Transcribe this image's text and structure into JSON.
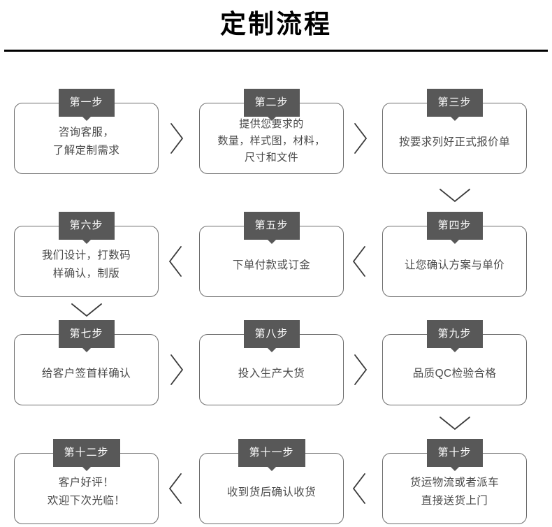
{
  "header": {
    "title": "定制流程"
  },
  "flow": {
    "steps": [
      {
        "id": "step-1",
        "badge": "第一步",
        "lines": [
          "咨询客服，",
          "了解定制需求"
        ]
      },
      {
        "id": "step-2",
        "badge": "第二步",
        "lines": [
          "提供您要求的",
          "数量，样式图，材料，",
          "尺寸和文件"
        ]
      },
      {
        "id": "step-3",
        "badge": "第三步",
        "lines": [
          "按要求列好正式报价单"
        ]
      },
      {
        "id": "step-4",
        "badge": "第四步",
        "lines": [
          "让您确认方案与单价"
        ]
      },
      {
        "id": "step-5",
        "badge": "第五步",
        "lines": [
          "下单付款或订金"
        ]
      },
      {
        "id": "step-6",
        "badge": "第六步",
        "lines": [
          "我们设计，打数码",
          "样确认，制版"
        ]
      },
      {
        "id": "step-7",
        "badge": "第七步",
        "lines": [
          "给客户签首样确认"
        ]
      },
      {
        "id": "step-8",
        "badge": "第八步",
        "lines": [
          "投入生产大货"
        ]
      },
      {
        "id": "step-9",
        "badge": "第九步",
        "lines": [
          "品质QC检验合格"
        ]
      },
      {
        "id": "step-10",
        "badge": "第十步",
        "lines": [
          "货运物流或者派车",
          "直接送货上门"
        ]
      },
      {
        "id": "step-11",
        "badge": "第十一步",
        "lines": [
          "收到货后确认收货"
        ]
      },
      {
        "id": "step-12",
        "badge": "第十二步",
        "lines": [
          "客户好评！",
          "欢迎下次光临！"
        ]
      }
    ],
    "connectors": [
      {
        "id": "connector-1-2",
        "direction": "right"
      },
      {
        "id": "connector-2-3",
        "direction": "right"
      },
      {
        "id": "connector-3-4",
        "direction": "down"
      },
      {
        "id": "connector-4-5",
        "direction": "left"
      },
      {
        "id": "connector-5-6",
        "direction": "left"
      },
      {
        "id": "connector-6-7",
        "direction": "down"
      },
      {
        "id": "connector-7-8",
        "direction": "right"
      },
      {
        "id": "connector-8-9",
        "direction": "right"
      },
      {
        "id": "connector-9-10",
        "direction": "down"
      },
      {
        "id": "connector-10-11",
        "direction": "left"
      },
      {
        "id": "connector-11-12",
        "direction": "left"
      }
    ]
  },
  "colors": {
    "badge_background": "#585858",
    "badge_text": "#ffffff",
    "card_border": "#6d6d6d",
    "card_text": "#4a4a4a",
    "title_text": "#000000",
    "rule": "#000000",
    "connector": "#3a3a3a",
    "page_background": "#ffffff"
  }
}
